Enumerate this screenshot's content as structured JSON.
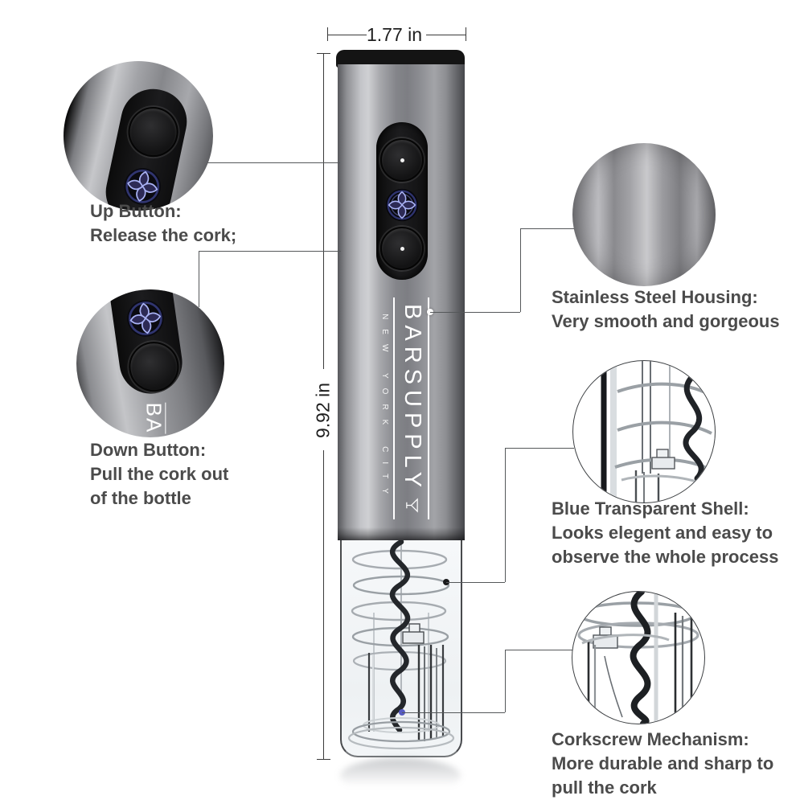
{
  "product": {
    "brand": "BARSUPPLY",
    "brand_location": "NEW YORK CITY",
    "brand_partial": "BA"
  },
  "dimensions": {
    "width_label": "1.77 in",
    "height_label": "9.92 in"
  },
  "callouts": [
    {
      "id": "up-button",
      "title": "Up Button:",
      "lines": [
        "Release the cork;"
      ]
    },
    {
      "id": "down-button",
      "title": "Down Button:",
      "lines": [
        "Pull the cork out",
        "of the bottle"
      ]
    },
    {
      "id": "stainless-housing",
      "title": "Stainless Steel Housing:",
      "lines": [
        "Very smooth and gorgeous"
      ]
    },
    {
      "id": "blue-shell",
      "title": "Blue Transparent Shell:",
      "lines": [
        "Looks elegent and easy to",
        "observe the whole process"
      ]
    },
    {
      "id": "corkscrew",
      "title": "Corkscrew Mechanism:",
      "lines": [
        "More durable and sharp to",
        "pull the cork"
      ]
    }
  ],
  "icons": {
    "clover_logo": "four-petal-clover-glow",
    "martini_glass": "martini-glass"
  },
  "colors": {
    "label_text": "#4b4b4b",
    "leader_line": "#55585a",
    "clover_glow": "#8d94ea",
    "cap_black": "#141414",
    "metal_highlight": "#c6c7ca",
    "dot_stainless": "#ffffff",
    "dot_blue_shell": "#1a1a1c",
    "dot_corkscrew": "#575cc2"
  }
}
